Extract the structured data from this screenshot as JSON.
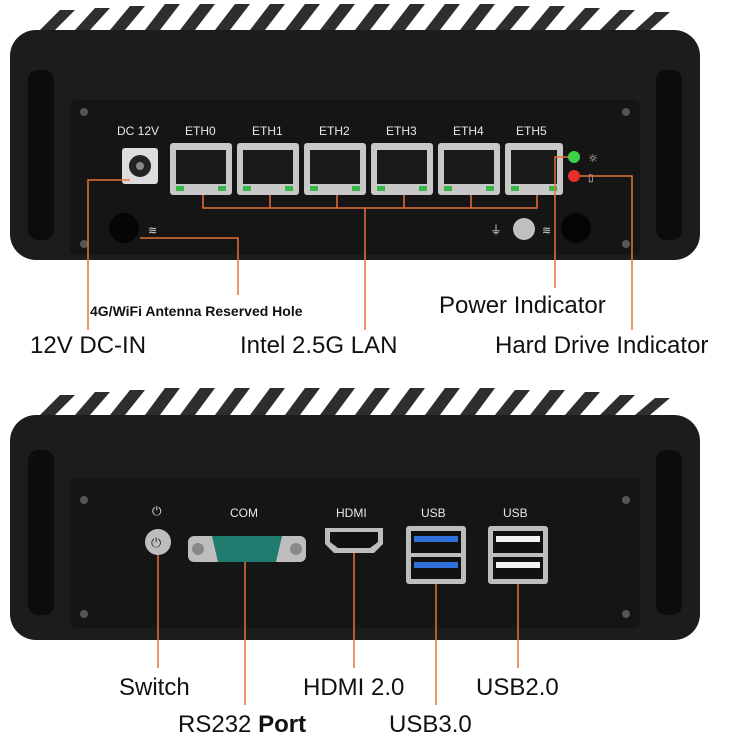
{
  "colors": {
    "chassis": "#1c1c1c",
    "fins": "#2a2a2a",
    "panel": "#151515",
    "leader": "#e8703a",
    "power_led": "#3bd14a",
    "hdd_led": "#e8302a",
    "usb3_blue": "#2f6fd8"
  },
  "top": {
    "port_labels": {
      "dc": "DC 12V",
      "eth": [
        "ETH0",
        "ETH1",
        "ETH2",
        "ETH3",
        "ETH4",
        "ETH5"
      ]
    },
    "callouts": {
      "antenna": "4G/WiFi Antenna Reserved Hole",
      "power": "Power Indicator",
      "dcin": "12V DC-IN",
      "lan": "Intel 2.5G LAN",
      "hdd": "Hard Drive Indicator"
    }
  },
  "bottom": {
    "port_labels": {
      "com": "COM",
      "hdmi": "HDMI",
      "usb_a": "USB",
      "usb_b": "USB"
    },
    "callouts": {
      "switch": "Switch",
      "hdmi": "HDMI 2.0",
      "usb2": "USB2.0",
      "rs232": "RS232",
      "port": "Port",
      "usb3": "USB3.0"
    }
  }
}
